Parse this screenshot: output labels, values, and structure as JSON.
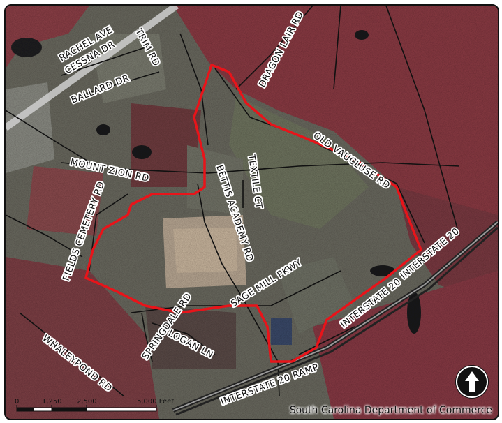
{
  "map": {
    "roads": [
      {
        "id": "rachel",
        "label": "RACHEL AVE"
      },
      {
        "id": "cessna",
        "label": "CESSNA DR"
      },
      {
        "id": "trim",
        "label": "TRIM RD"
      },
      {
        "id": "ballard",
        "label": "BALLARD DR"
      },
      {
        "id": "dragon",
        "label": "DRAGON LAIR RD"
      },
      {
        "id": "oldvaucluse",
        "label": "OLD VAUCLUSE RD"
      },
      {
        "id": "textile",
        "label": "TEXTILE CT"
      },
      {
        "id": "mountzion",
        "label": "MOUNT ZION RD"
      },
      {
        "id": "bettis",
        "label": "BETTIS ACADEMY RD"
      },
      {
        "id": "fields",
        "label": "FIELDS CEMETERY RD"
      },
      {
        "id": "sagemill",
        "label": "SAGE MILL PKWY"
      },
      {
        "id": "springdale",
        "label": "SPRINGDALE RD"
      },
      {
        "id": "logan",
        "label": "LOGAN LN"
      },
      {
        "id": "whaleypond",
        "label": "WHALEYPOND RD"
      },
      {
        "id": "i20a",
        "label": "INTERSTATE 20"
      },
      {
        "id": "i20b",
        "label": "INTERSTATE 20"
      },
      {
        "id": "i20ramp",
        "label": "INTERSTATE 20 RAMP"
      }
    ],
    "boundary_color": "#e8141a",
    "road_color": "#111111"
  },
  "scale": {
    "ticks": [
      "0",
      "1,250",
      "2,500",
      "5,000 Feet"
    ]
  },
  "credit": "South Carolina Department of Commerce",
  "icons": {
    "north_arrow": "north-arrow-icon"
  }
}
